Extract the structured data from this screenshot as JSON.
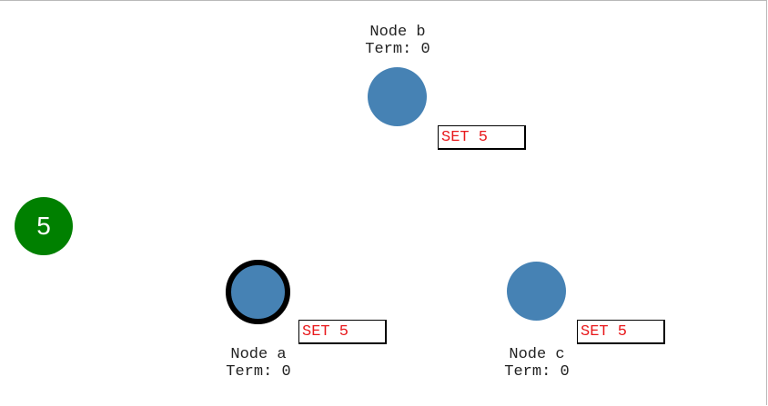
{
  "colors": {
    "node_fill": "#4682b4",
    "leader_ring": "#000000",
    "client_fill": "#008000",
    "message_text": "#e8191c"
  },
  "client": {
    "value": "5"
  },
  "nodes": [
    {
      "name": "Node b",
      "term": "Term: 0",
      "is_leader": false,
      "message": "SET 5"
    },
    {
      "name": "Node a",
      "term": "Term: 0",
      "is_leader": true,
      "message": "SET 5"
    },
    {
      "name": "Node c",
      "term": "Term: 0",
      "is_leader": false,
      "message": "SET 5"
    }
  ]
}
